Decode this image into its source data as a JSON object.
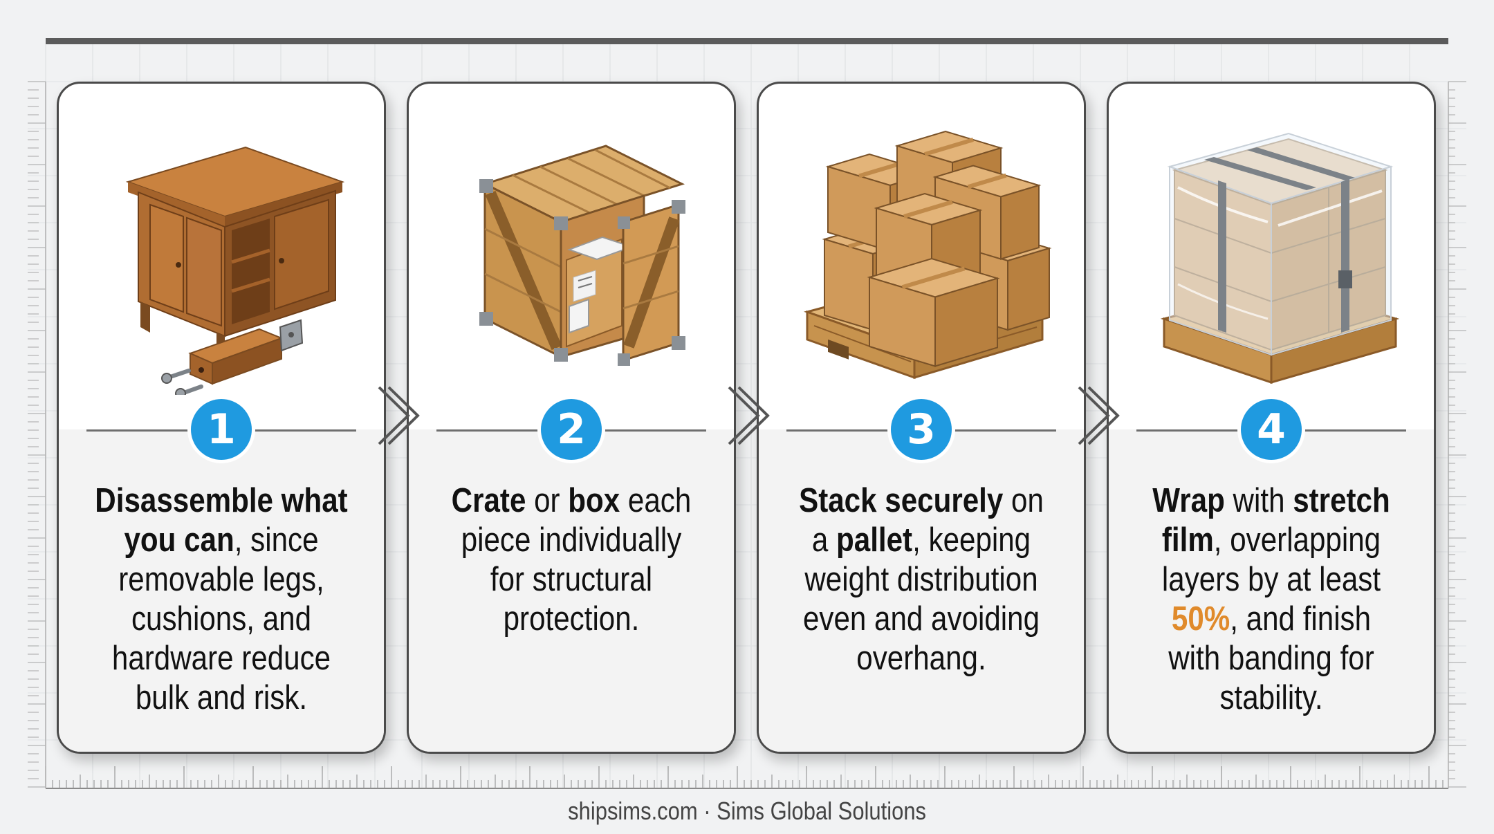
{
  "steps": [
    {
      "number": "1",
      "icon": "disassembled-furniture-icon",
      "parts": [
        {
          "t": "Disassemble what you can",
          "s": "b"
        },
        {
          "t": ", since removable legs, cushions, and hardware reduce bulk and risk.",
          "s": ""
        }
      ]
    },
    {
      "number": "2",
      "icon": "wooden-crate-icon",
      "parts": [
        {
          "t": "Crate",
          "s": "b"
        },
        {
          "t": " or ",
          "s": ""
        },
        {
          "t": "box",
          "s": "b"
        },
        {
          "t": " each piece individually for structural protection.",
          "s": ""
        }
      ]
    },
    {
      "number": "3",
      "icon": "pallet-boxes-icon",
      "parts": [
        {
          "t": "Stack securely",
          "s": "b"
        },
        {
          "t": " on a ",
          "s": ""
        },
        {
          "t": "pallet",
          "s": "b"
        },
        {
          "t": ", keeping weight distribution even and avoiding overhang.",
          "s": ""
        }
      ]
    },
    {
      "number": "4",
      "icon": "wrapped-pallet-icon",
      "parts": [
        {
          "t": "Wrap",
          "s": "b"
        },
        {
          "t": " with ",
          "s": ""
        },
        {
          "t": "stretch film",
          "s": "b"
        },
        {
          "t": ", overlapping layers by at least ",
          "s": ""
        },
        {
          "t": "50%",
          "s": "hl"
        },
        {
          "t": ", and finish with banding for stability.",
          "s": ""
        }
      ]
    }
  ],
  "footer": "shipsims.com · Sims Global Solutions",
  "colors": {
    "badge": "#1f9ae0",
    "highlight": "#e08a2b",
    "frame": "#4a4a4a",
    "top_bar": "#5b5b5b"
  }
}
